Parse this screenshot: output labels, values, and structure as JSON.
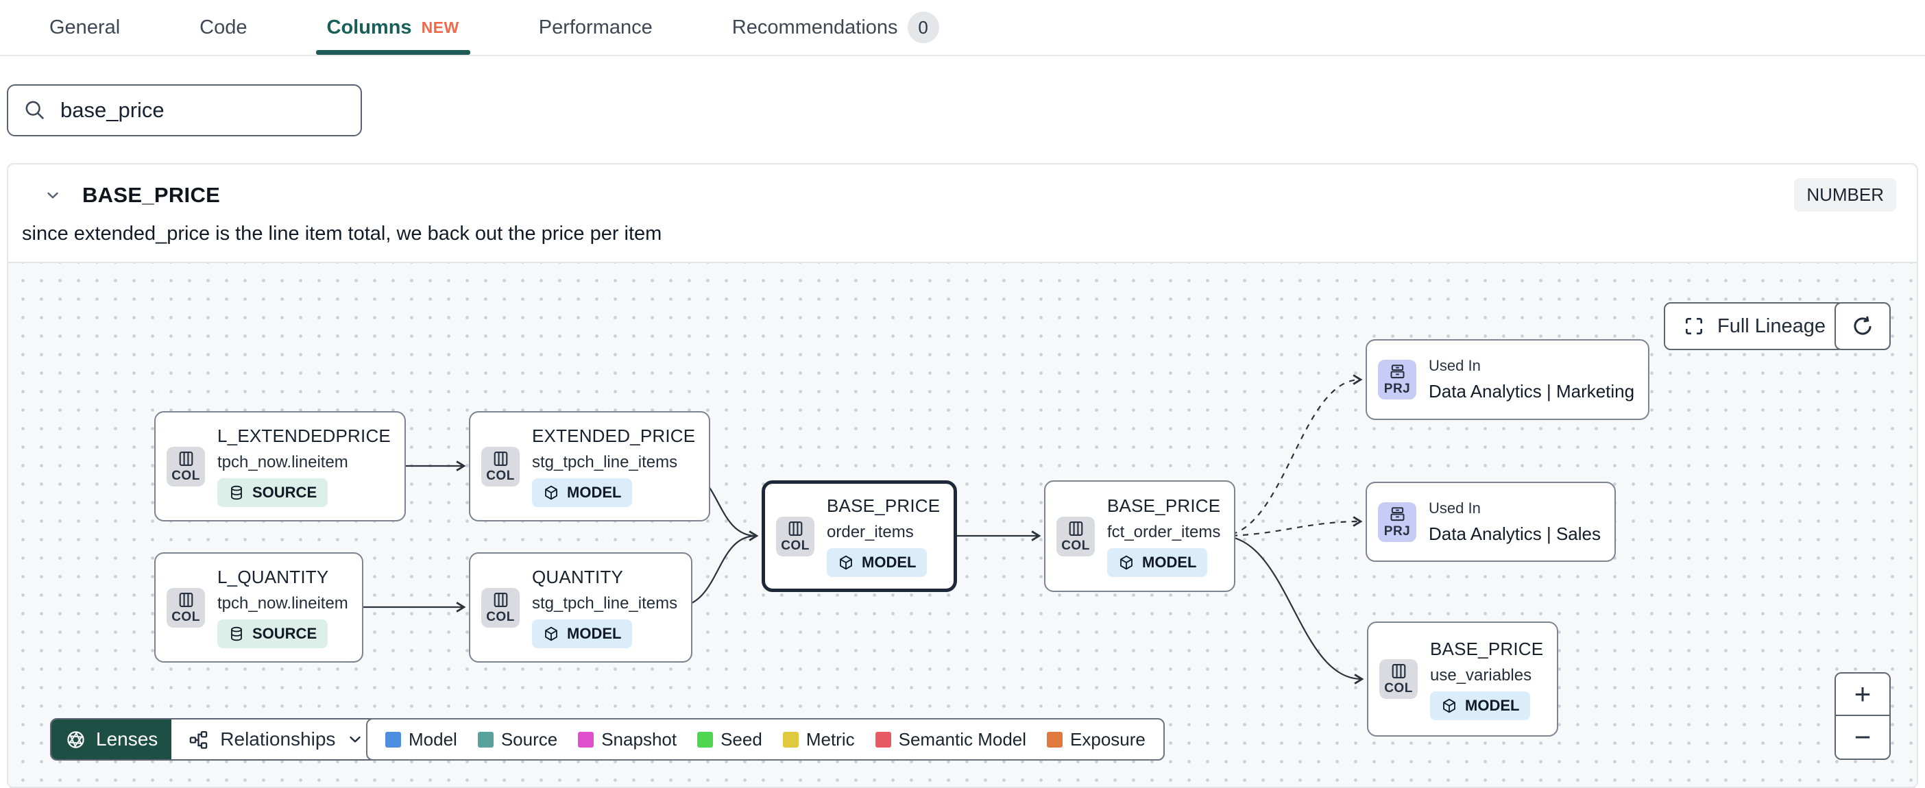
{
  "tabs": {
    "items": [
      {
        "label": "General"
      },
      {
        "label": "Code"
      },
      {
        "label": "Columns",
        "badge": "NEW"
      },
      {
        "label": "Performance"
      },
      {
        "label": "Recommendations",
        "count": "0"
      }
    ]
  },
  "search": {
    "value": "base_price"
  },
  "column_card": {
    "name": "BASE_PRICE",
    "type": "NUMBER",
    "description": "since extended_price is the line item total, we back out the price per item"
  },
  "lineage": {
    "toolbar": {
      "full_lineage": "Full Lineage"
    },
    "zoom_controls": {
      "zoom_in": "+",
      "zoom_out": "−"
    },
    "lenses": {
      "label": "Lenses"
    },
    "relationships": {
      "label": "Relationships"
    },
    "legend": {
      "items": [
        {
          "label": "Model",
          "color": "#4d8ee0"
        },
        {
          "label": "Source",
          "color": "#58a29e"
        },
        {
          "label": "Snapshot",
          "color": "#df4fd0"
        },
        {
          "label": "Seed",
          "color": "#4ed650"
        },
        {
          "label": "Metric",
          "color": "#e0c83f"
        },
        {
          "label": "Semantic Model",
          "color": "#e75a64"
        },
        {
          "label": "Exposure",
          "color": "#e0793e"
        }
      ]
    },
    "nodes": [
      {
        "chip": "COL",
        "title": "L_EXTENDEDPRICE",
        "subtitle": "tpch_now.lineitem",
        "badge": "SOURCE"
      },
      {
        "chip": "COL",
        "title": "EXTENDED_PRICE",
        "subtitle": "stg_tpch_line_items",
        "badge": "MODEL"
      },
      {
        "chip": "COL",
        "title": "L_QUANTITY",
        "subtitle": "tpch_now.lineitem",
        "badge": "SOURCE"
      },
      {
        "chip": "COL",
        "title": "QUANTITY",
        "subtitle": "stg_tpch_line_items",
        "badge": "MODEL"
      },
      {
        "chip": "COL",
        "title": "BASE_PRICE",
        "subtitle": "order_items",
        "badge": "MODEL"
      },
      {
        "chip": "COL",
        "title": "BASE_PRICE",
        "subtitle": "fct_order_items",
        "badge": "MODEL"
      },
      {
        "chip": "PRJ",
        "title": "Used In",
        "subtitle": "Data Analytics | Marketing"
      },
      {
        "chip": "PRJ",
        "title": "Used In",
        "subtitle": "Data Analytics | Sales"
      },
      {
        "chip": "COL",
        "title": "BASE_PRICE",
        "subtitle": "use_variables",
        "badge": "MODEL"
      }
    ]
  }
}
